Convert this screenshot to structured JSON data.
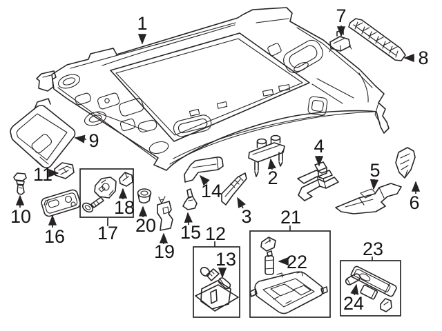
{
  "colors": {
    "background": "#ffffff",
    "ink": "#272325",
    "label": "#141414"
  },
  "labels": {
    "n1": "1",
    "n2": "2",
    "n3": "3",
    "n4": "4",
    "n5": "5",
    "n6": "6",
    "n7": "7",
    "n8": "8",
    "n9": "9",
    "n10": "10",
    "n11": "11",
    "n12": "12",
    "n13": "13",
    "n14": "14",
    "n15": "15",
    "n16": "16",
    "n17": "17",
    "n18": "18",
    "n19": "19",
    "n20": "20",
    "n21": "21",
    "n22": "22",
    "n23": "23",
    "n24": "24"
  }
}
